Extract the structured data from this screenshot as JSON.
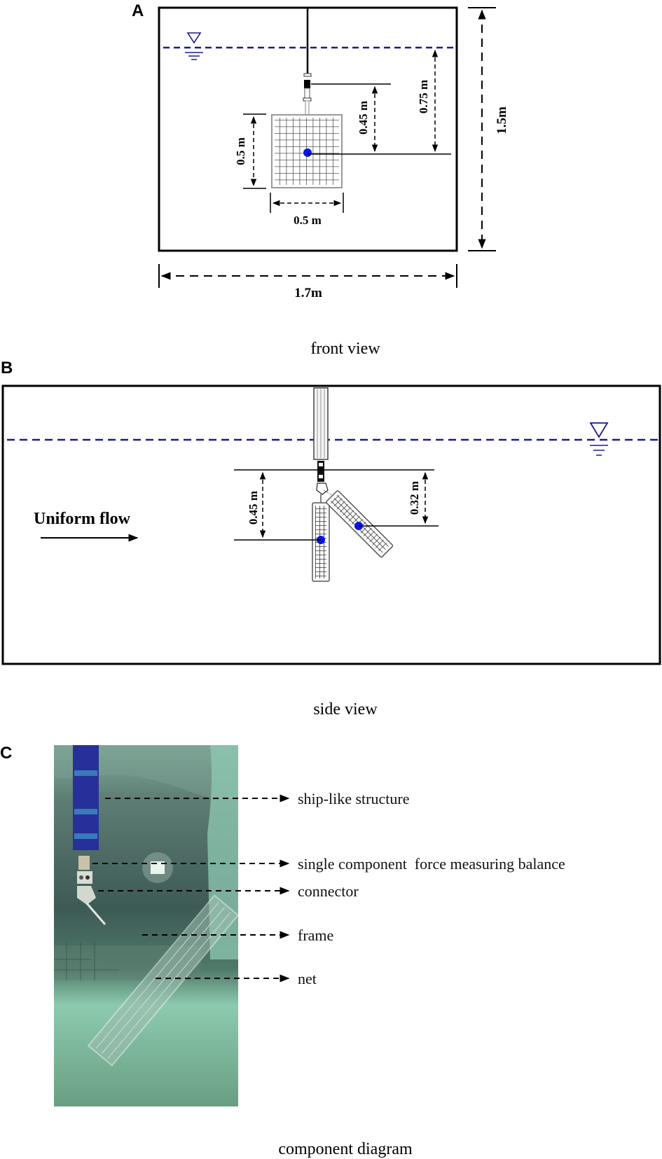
{
  "panels": {
    "a": {
      "letter": "A",
      "caption": "front view",
      "dimensions": {
        "tank_width": "1.7m",
        "tank_height": "1.5m",
        "net_width": "0.5 m",
        "net_height": "0.5 m",
        "connector_to_center": "0.45 m",
        "surface_to_center": "0.75 m"
      }
    },
    "b": {
      "letter": "B",
      "caption": "side view",
      "flow_label": "Uniform flow",
      "dimensions": {
        "vertical_depth": "0.45 m",
        "tilted_depth": "0.32 m"
      }
    },
    "c": {
      "letter": "C",
      "caption": "component diagram",
      "components": [
        {
          "label": "ship-like structure"
        },
        {
          "label": "single component  force measuring balance"
        },
        {
          "label": "connector"
        },
        {
          "label": "frame"
        },
        {
          "label": "net"
        }
      ]
    }
  },
  "colors": {
    "water_line": "#1a1a8c",
    "center_dot": "#0a14e6",
    "photo_water": "#6fa58e"
  }
}
